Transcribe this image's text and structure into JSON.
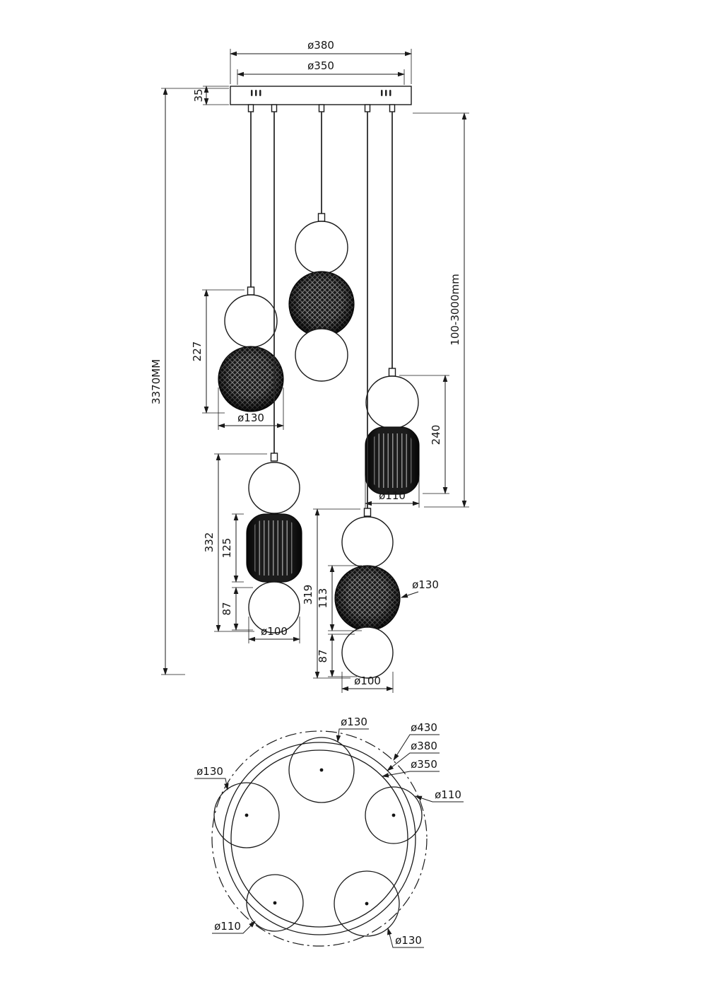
{
  "front_view": {
    "canopy": {
      "outer_dia": "ø380",
      "inner_dia": "ø350",
      "height": "35"
    },
    "overall_height": "3370MM",
    "suspension_range": "100-3000mm",
    "pendant_top_left": {
      "height": "227",
      "shade_dia": "ø130"
    },
    "pendant_right": {
      "height": "240",
      "shade_dia": "ø110"
    },
    "pendant_bottom_left": {
      "height": "332",
      "shade_height": "125",
      "sphere_height": "87",
      "bottom_dia": "ø100"
    },
    "pendant_bottom_center": {
      "height": "319",
      "shade_height": "113",
      "sphere_height": "87",
      "shade_dia": "ø130",
      "bottom_dia": "ø100"
    }
  },
  "plan_view": {
    "top": "ø130",
    "outer": "ø430",
    "base": "ø380",
    "inner": "ø350",
    "left": "ø130",
    "right": "ø110",
    "bottom_left": "ø110",
    "bottom_right": "ø130"
  }
}
